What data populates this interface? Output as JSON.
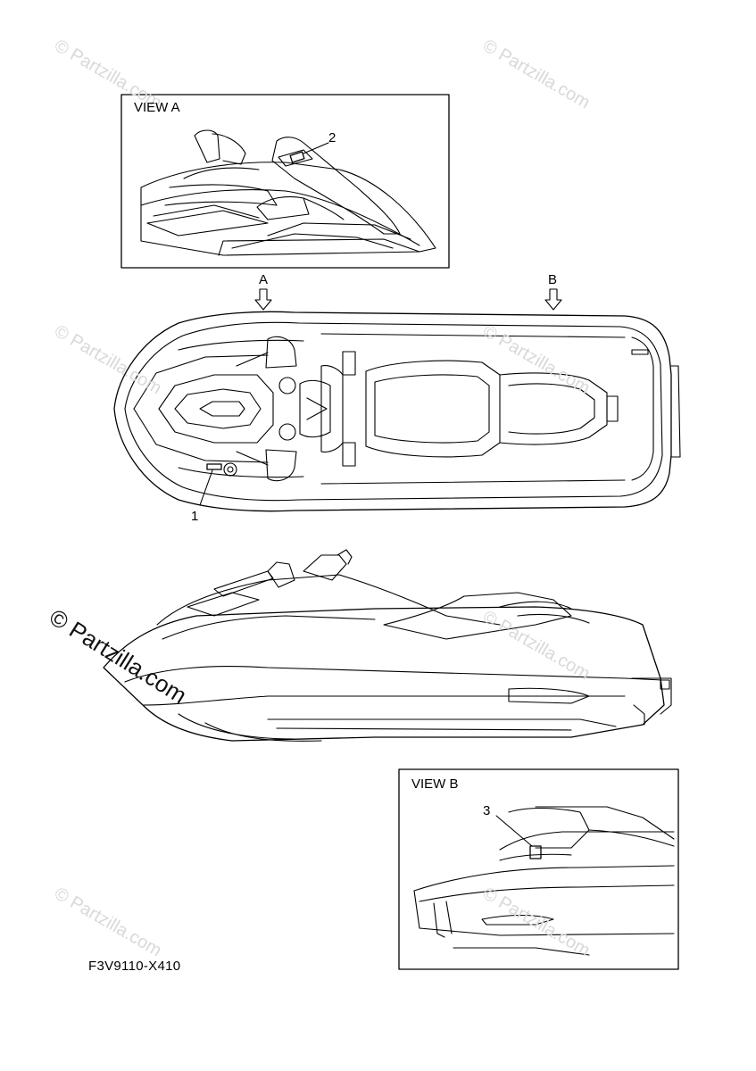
{
  "watermark": {
    "text": "© Partzilla.com"
  },
  "views": {
    "view_a_title": "VIEW A",
    "view_b_title": "VIEW B",
    "arrow_a": "A",
    "arrow_b": "B"
  },
  "callouts": [
    "1",
    "2",
    "3"
  ],
  "diagram_code": "F3V9110-X410",
  "colors": {
    "line": "#000000",
    "watermark": "#d9d9d9",
    "background": "#ffffff"
  }
}
